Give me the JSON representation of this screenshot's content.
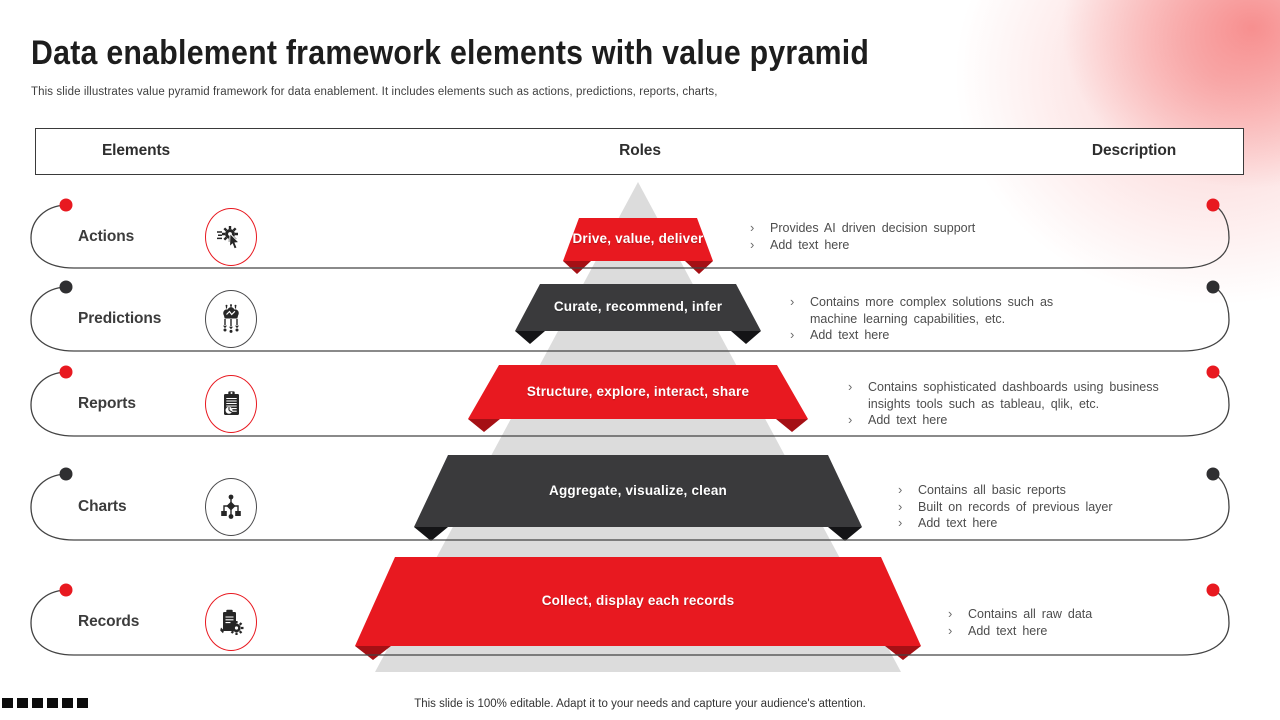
{
  "title": "Data enablement framework elements with value pyramid",
  "subtitle": "This slide illustrates value pyramid framework for data enablement. It includes elements such as actions, predictions, reports, charts,",
  "columns": {
    "elements": "Elements",
    "roles": "Roles",
    "description": "Description"
  },
  "bullet_char": "›",
  "colors": {
    "red": "#e81920",
    "red_fold": "#a51015",
    "charcoal": "#3a3a3c",
    "charcoal_fold": "#141416",
    "pyramid_gray": "#dcdcdc",
    "line": "#434343",
    "ink": "#262626"
  },
  "pyramid": {
    "bands": [
      {
        "label": "Drive, value, deliver",
        "color": "red"
      },
      {
        "label": "Curate, recommend, infer",
        "color": "charcoal"
      },
      {
        "label": "Structure, explore, interact, share",
        "color": "red"
      },
      {
        "label": "Aggregate, visualize, clean",
        "color": "charcoal"
      },
      {
        "label": "Collect, display each records",
        "color": "red"
      }
    ]
  },
  "rows": [
    {
      "element": "Actions",
      "icon": "click-gear-icon",
      "accent": "red",
      "bullets": [
        "Provides AI driven decision support",
        "Add text here"
      ]
    },
    {
      "element": "Predictions",
      "icon": "machine-learning-brain-icon",
      "accent": "dark",
      "bullets": [
        "Contains more complex solutions such as machine learning capabilities, etc.",
        "Add text here"
      ]
    },
    {
      "element": "Reports",
      "icon": "report-clipboard-icon",
      "accent": "red",
      "bullets": [
        "Contains sophisticated dashboards using business insights tools such as tableau, qlik, etc.",
        "Add text here"
      ]
    },
    {
      "element": "Charts",
      "icon": "hierarchy-chart-icon",
      "accent": "dark",
      "bullets": [
        "Contains all basic reports",
        "Built on records of previous layer",
        "Add text here"
      ]
    },
    {
      "element": "Records",
      "icon": "records-clipboard-gear-icon",
      "accent": "red",
      "bullets": [
        "Contains all raw data",
        "Add text here"
      ]
    }
  ],
  "footer": {
    "note": "This slide is 100% editable. Adapt it to your needs and capture your audience's attention."
  }
}
